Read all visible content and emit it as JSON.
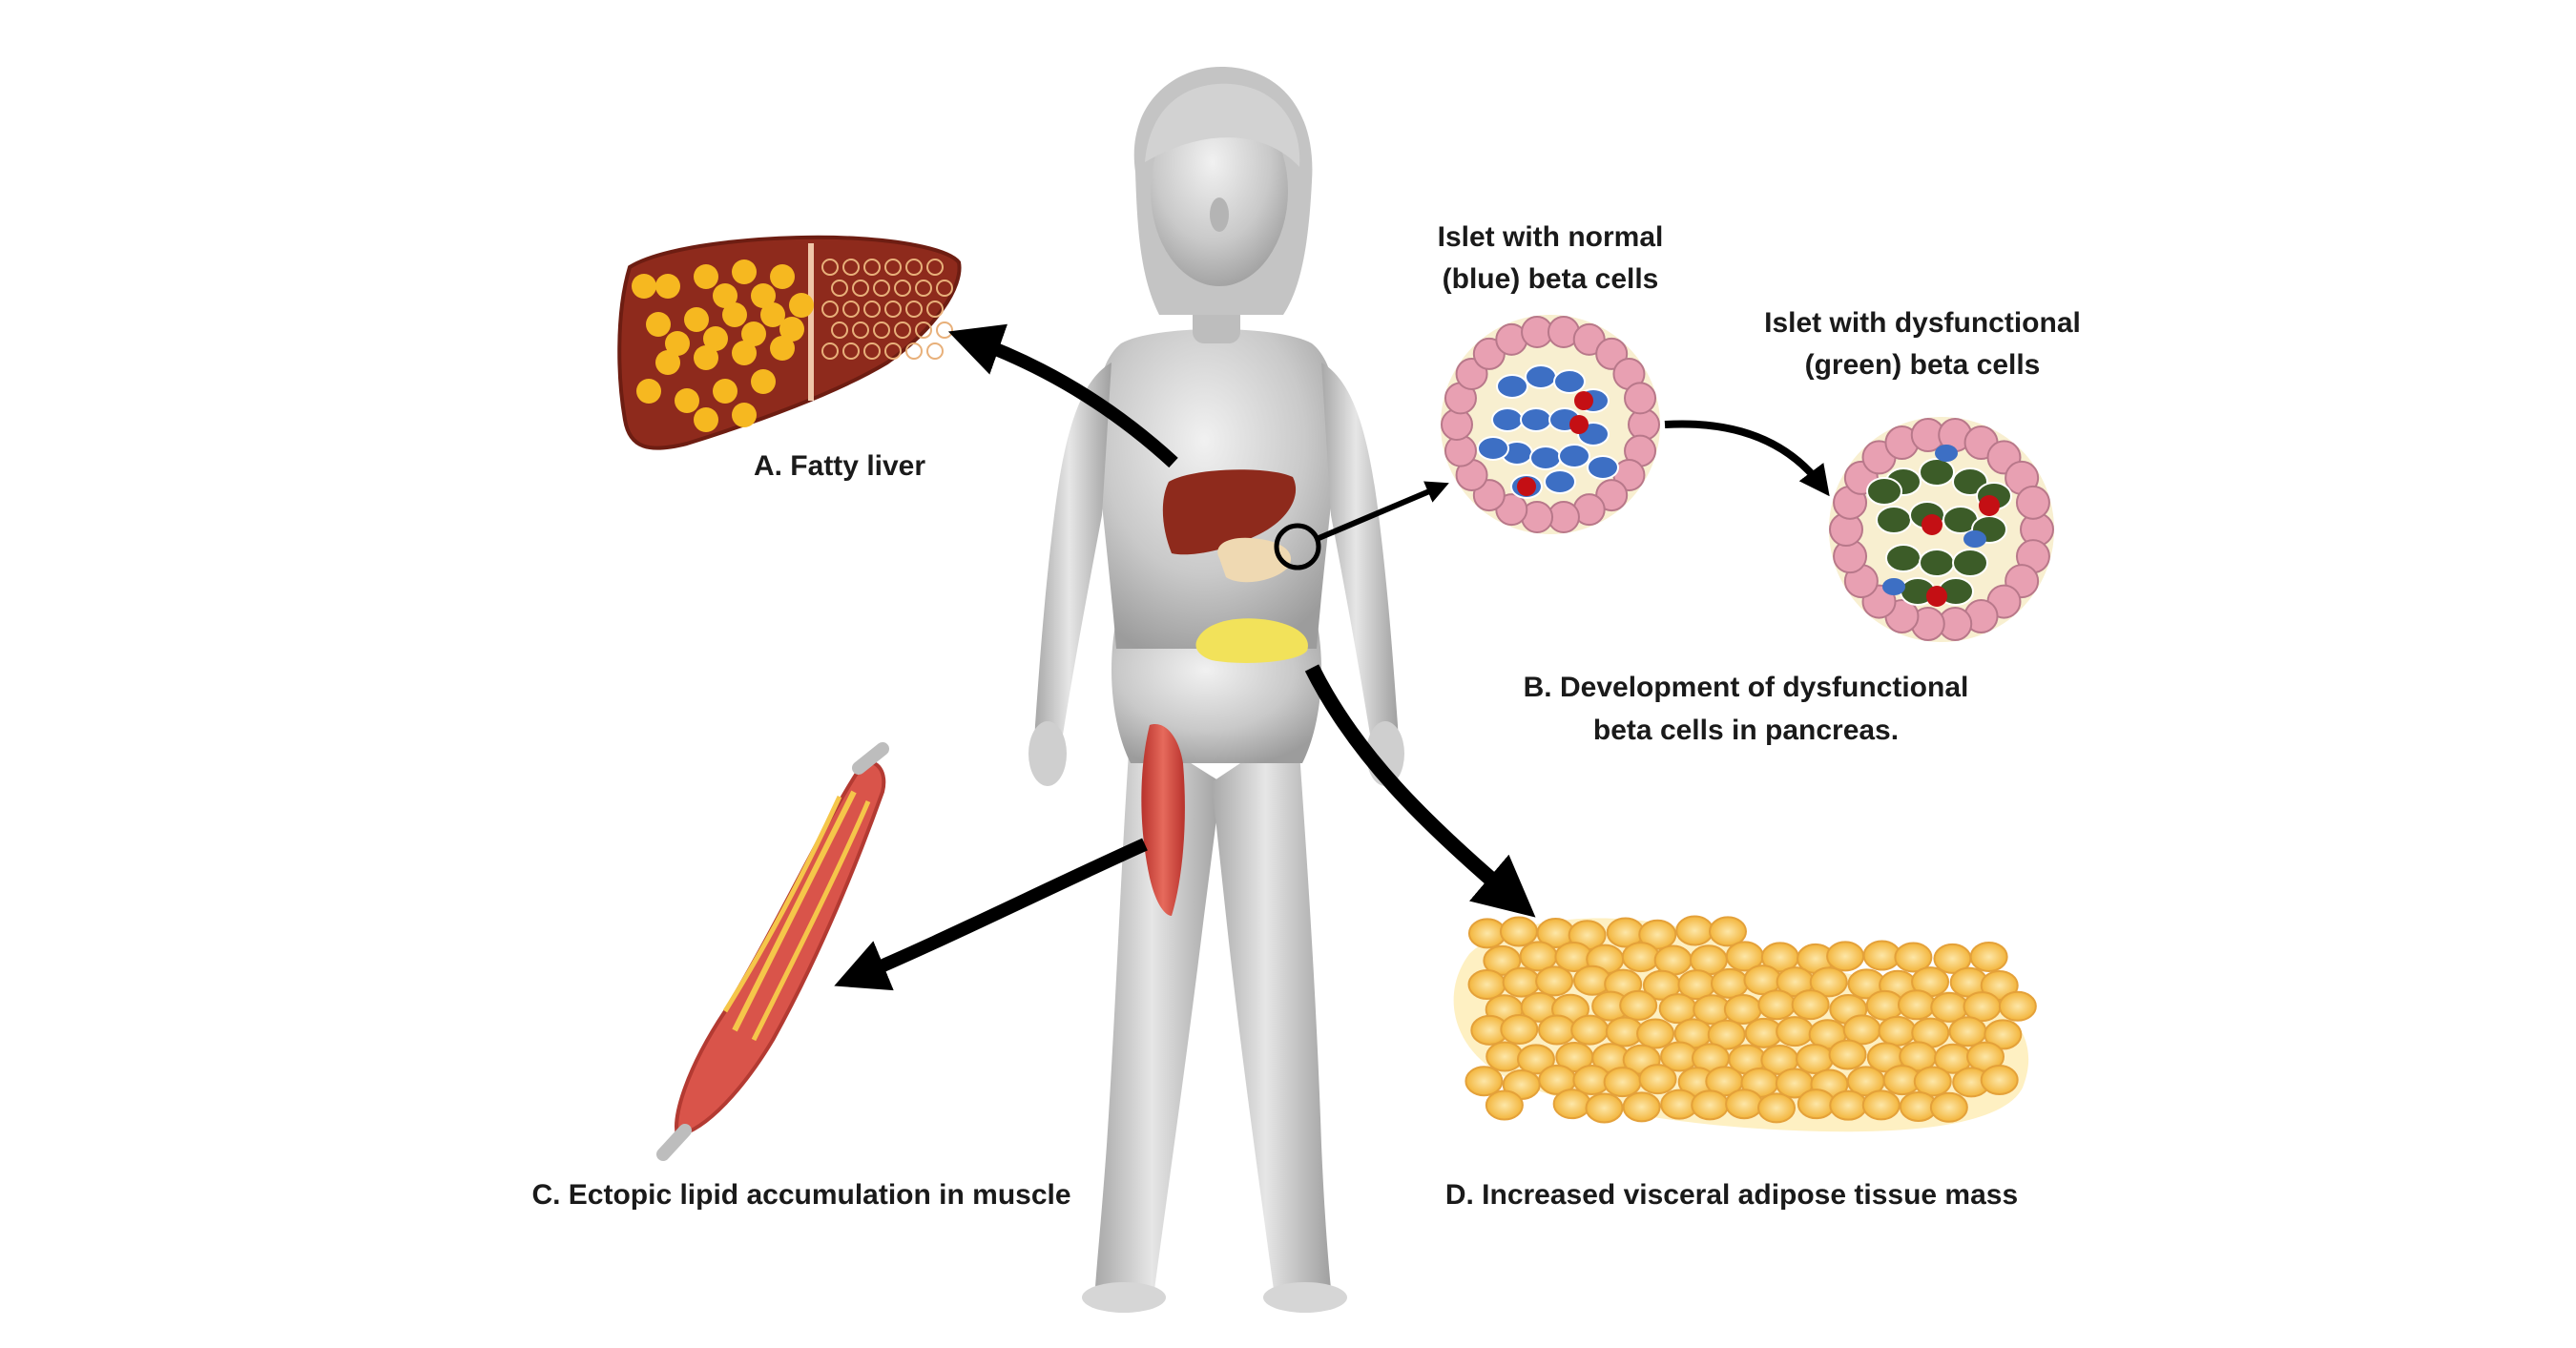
{
  "labels": {
    "fatty_liver": "A. Fatty liver",
    "islet_normal_line1": "Islet with normal",
    "islet_normal_line2": "(blue) beta cells",
    "islet_dysfunctional_line1": "Islet with dysfunctional",
    "islet_dysfunctional_line2": "(green) beta cells",
    "pancreas_line1": "B. Development of dysfunctional",
    "pancreas_line2": "beta cells in pancreas.",
    "muscle": "C. Ectopic lipid accumulation in muscle",
    "adipose": "D. Increased visceral adipose tissue mass"
  },
  "colors": {
    "liver": "#8e2a1c",
    "fat_droplet": "#f6b820",
    "normal_beta_cell": "#3d6fc4",
    "dysfunctional_beta_cell": "#3c5c28",
    "alpha_cell": "#c40f14",
    "islet_border_cell": "#e8a0b2",
    "muscle": "#d9544a",
    "adipose": "#f8c85c",
    "figure": "#c8c8c8",
    "arrow": "#000000"
  },
  "icons": [
    "woman-figure-icon",
    "liver-icon",
    "pancreas-icon",
    "visceral-fat-icon",
    "thigh-muscle-icon",
    "normal-islet-icon",
    "dysfunctional-islet-icon",
    "fat-tissue-icon",
    "muscle-icon",
    "arrow-icon"
  ]
}
